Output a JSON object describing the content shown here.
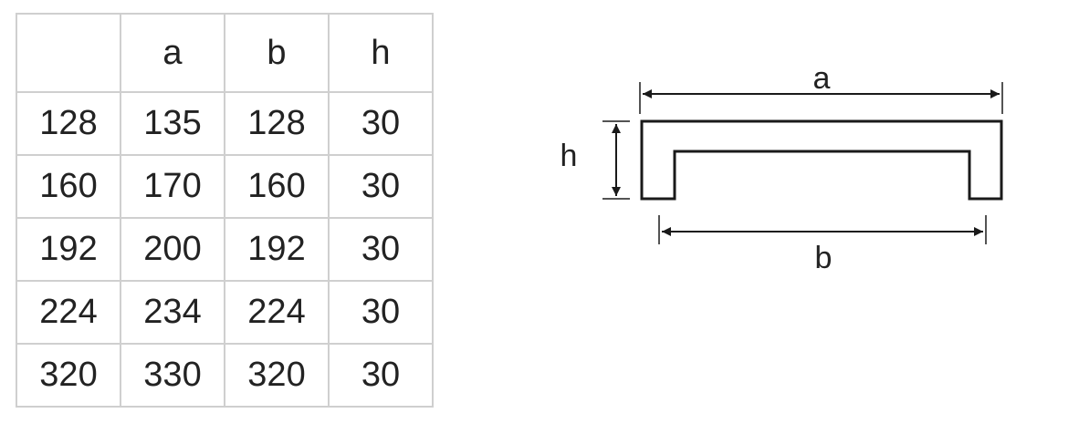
{
  "table": {
    "headers": [
      "",
      "a",
      "b",
      "h"
    ],
    "rows": [
      [
        "128",
        "135",
        "128",
        "30"
      ],
      [
        "160",
        "170",
        "160",
        "30"
      ],
      [
        "192",
        "200",
        "192",
        "30"
      ],
      [
        "224",
        "234",
        "224",
        "30"
      ],
      [
        "320",
        "330",
        "320",
        "30"
      ]
    ]
  },
  "diagram": {
    "label_a": "a",
    "label_b": "b",
    "label_h": "h",
    "stroke_color": "#1a1a1a"
  }
}
